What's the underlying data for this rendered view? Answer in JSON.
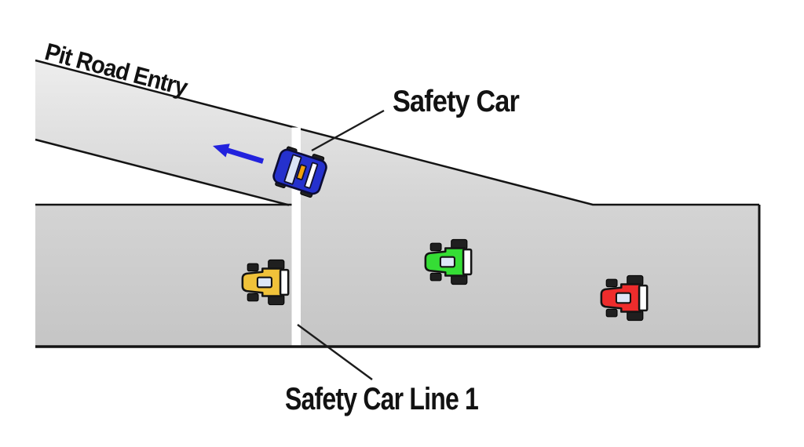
{
  "labels": {
    "pit_road_entry": "Pit Road Entry",
    "safety_car": "Safety Car",
    "safety_car_line_1": "Safety Car Line 1"
  },
  "colors": {
    "background": "#ffffff",
    "pit_fill_top": "#ededed",
    "pit_fill_bottom": "#d4d4d4",
    "track_fill_top": "#d4d4d4",
    "track_fill_bottom": "#c5c5c5",
    "road_outline": "#141414",
    "safety_car_line_marker": "#ffffff",
    "arrow": "#2222dd",
    "label_text": "#121212"
  },
  "cars": [
    {
      "name": "Safety Car",
      "color": "#2531cd",
      "windshield": "#dbe4f6",
      "light_bar": "#f2a20a",
      "rear_window": "#ffffff",
      "location": "on pit road entry, crossing Safety Car Line 1",
      "direction": "left, up pit road"
    },
    {
      "name": "yellow car",
      "color": "#f0c23a",
      "location": "main track, left of Safety Car Line 1",
      "direction": "left"
    },
    {
      "name": "green car",
      "color": "#35dd35",
      "location": "main track, middle",
      "direction": "left"
    },
    {
      "name": "red car",
      "color": "#ee2c2c",
      "location": "main track, right",
      "direction": "left"
    }
  ],
  "arrow": {
    "meaning": "safety car travel direction",
    "points": "up-left along pit road"
  }
}
